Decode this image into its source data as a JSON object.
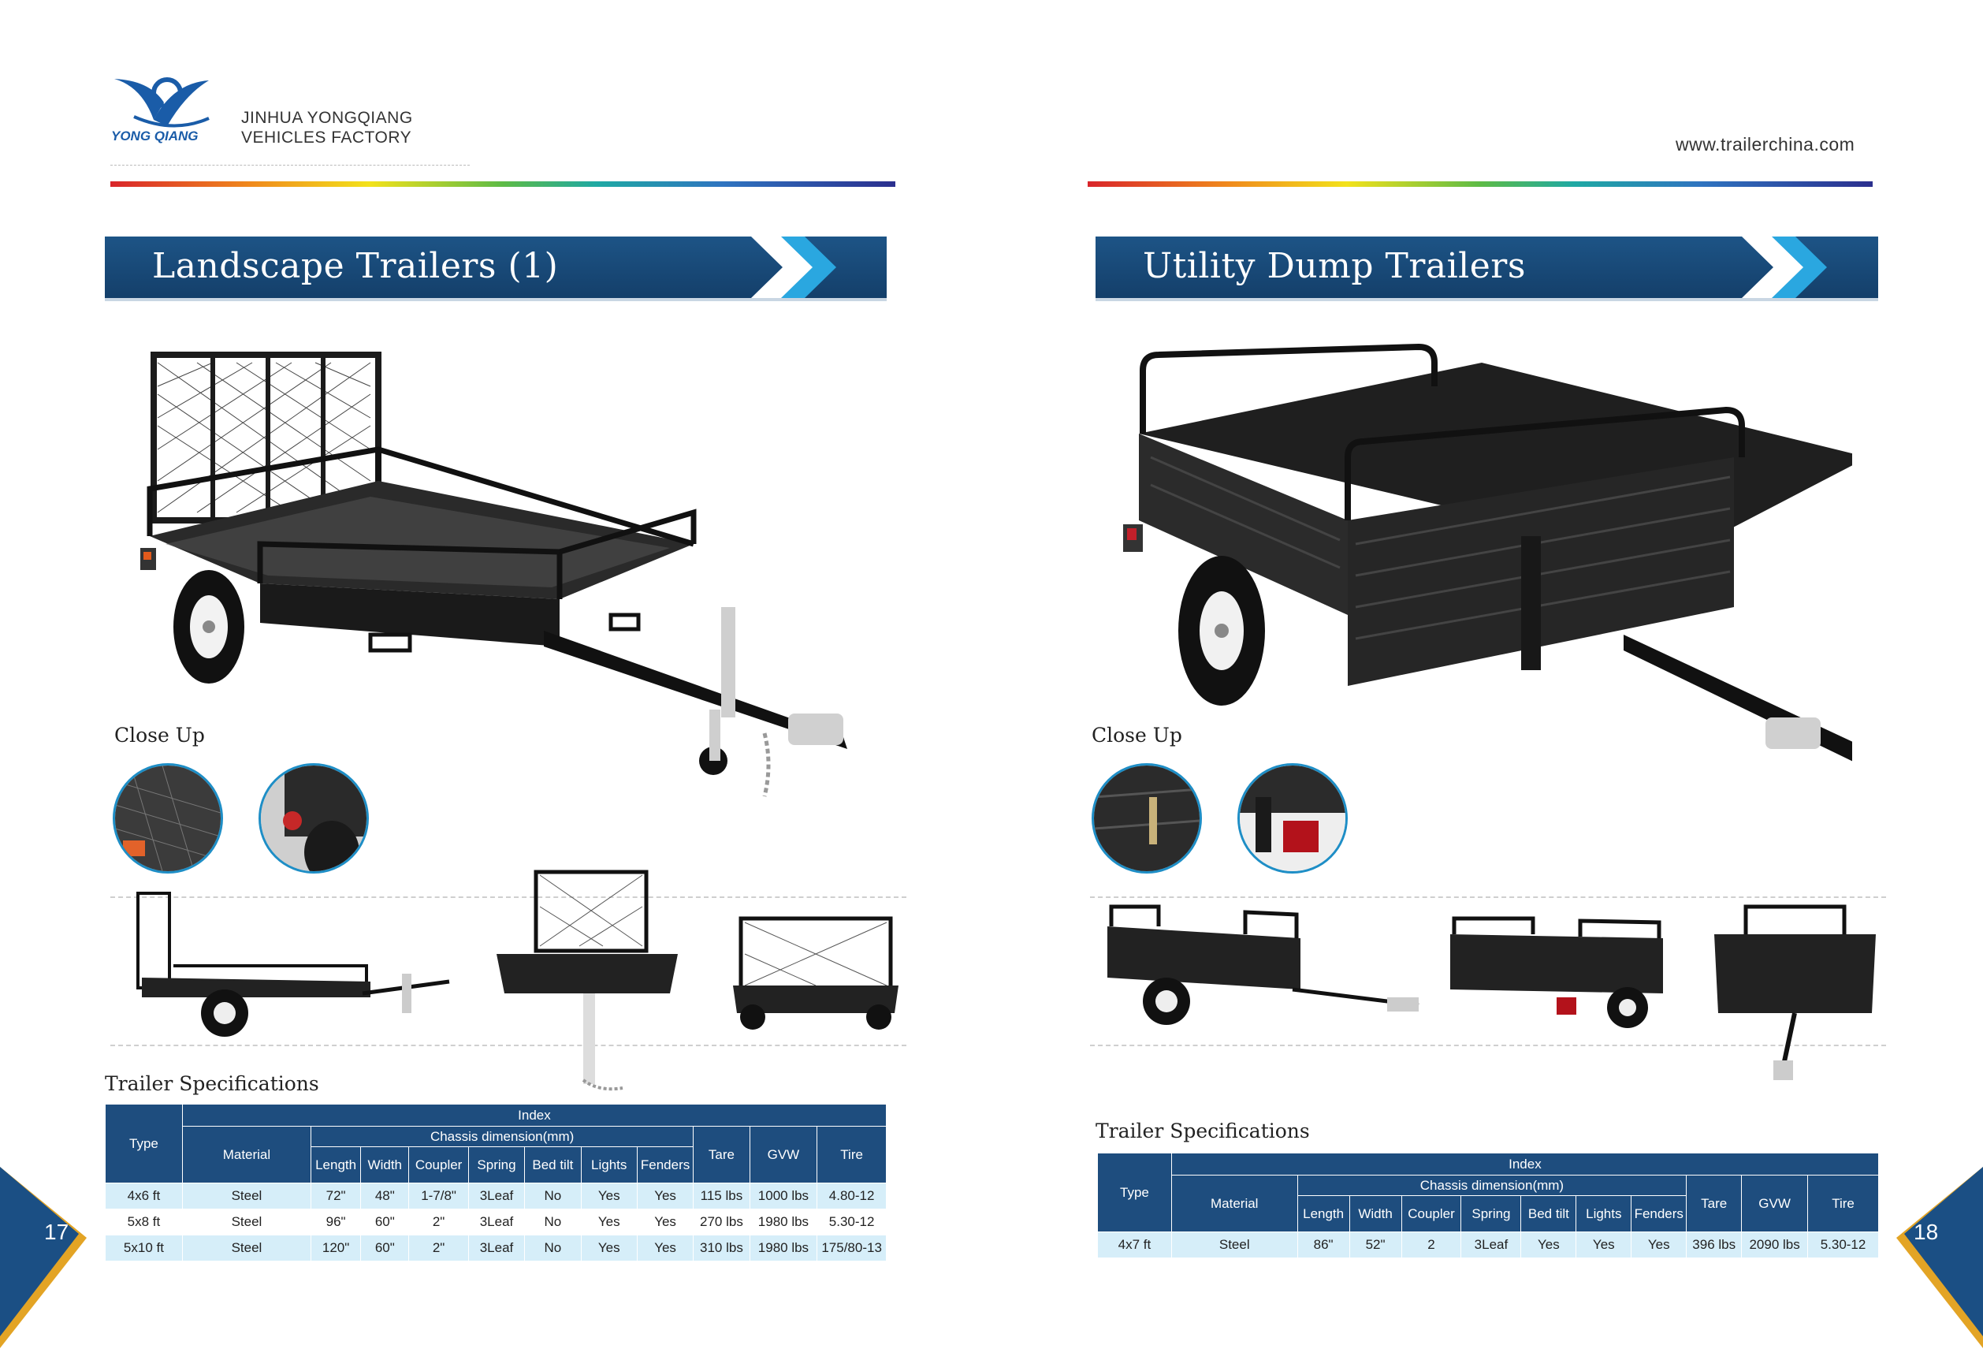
{
  "header": {
    "brand_name": "YONG QIANG",
    "company_line1": "JINHUA YONGQIANG",
    "company_line2": "VEHICLES FACTORY",
    "website": "www.trailerchina.com"
  },
  "left_page": {
    "title": "Landscape Trailers (1)",
    "close_up_label": "Close Up",
    "spec_label": "Trailer Specifications",
    "page_number": "17",
    "table": {
      "type_header": "Type",
      "index_header": "Index",
      "material_header": "Material",
      "chassis_header": "Chassis dimension(mm)",
      "columns": [
        "Length",
        "Width",
        "Coupler",
        "Spring",
        "Bed tilt",
        "Lights",
        "Fenders"
      ],
      "tare_header": "Tare",
      "gvw_header": "GVW",
      "tire_header": "Tire",
      "rows": [
        [
          "4x6 ft",
          "Steel",
          "72\"",
          "48\"",
          "1-7/8\"",
          "3Leaf",
          "No",
          "Yes",
          "Yes",
          "115 lbs",
          "1000 lbs",
          "4.80-12"
        ],
        [
          "5x8 ft",
          "Steel",
          "96\"",
          "60\"",
          "2\"",
          "3Leaf",
          "No",
          "Yes",
          "Yes",
          "270 lbs",
          "1980 lbs",
          "5.30-12"
        ],
        [
          "5x10 ft",
          "Steel",
          "120\"",
          "60\"",
          "2\"",
          "3Leaf",
          "No",
          "Yes",
          "Yes",
          "310 lbs",
          "1980 lbs",
          "175/80-13"
        ]
      ]
    }
  },
  "right_page": {
    "title": "Utility Dump Trailers",
    "close_up_label": "Close Up",
    "spec_label": "Trailer Specifications",
    "page_number": "18",
    "table": {
      "type_header": "Type",
      "index_header": "Index",
      "material_header": "Material",
      "chassis_header": "Chassis dimension(mm)",
      "columns": [
        "Length",
        "Width",
        "Coupler",
        "Spring",
        "Bed tilt",
        "Lights",
        "Fenders"
      ],
      "tare_header": "Tare",
      "gvw_header": "GVW",
      "tire_header": "Tire",
      "rows": [
        [
          "4x7 ft",
          "Steel",
          "86\"",
          "52\"",
          "2",
          "3Leaf",
          "Yes",
          "Yes",
          "Yes",
          "396 lbs",
          "2090 lbs",
          "5.30-12"
        ]
      ]
    }
  },
  "colors": {
    "banner": "#1d5486",
    "table_header": "#1e4d7e",
    "table_row_alt": "#d6eef9",
    "circle_border": "#1e8ec6",
    "corner_blue": "#1b4f84",
    "corner_gold": "#e3a425"
  }
}
